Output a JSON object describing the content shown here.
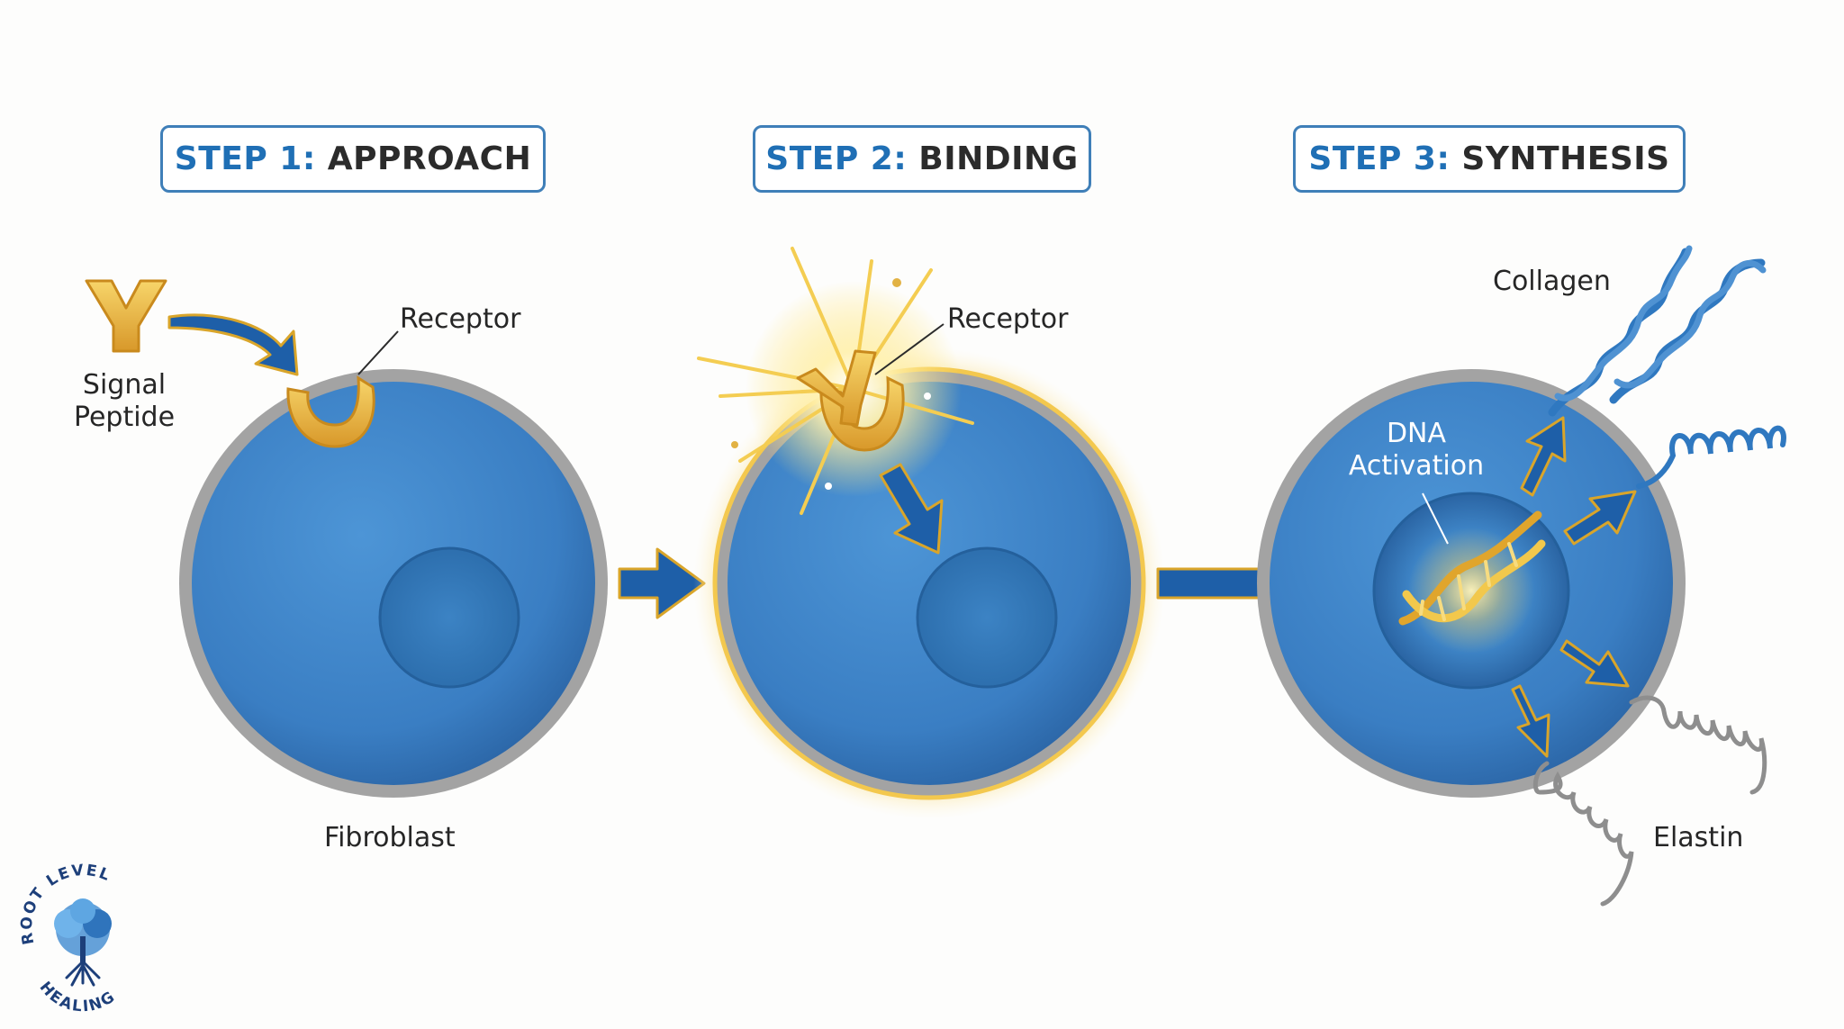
{
  "steps": [
    {
      "num": "STEP 1:",
      "title": "APPROACH"
    },
    {
      "num": "STEP 2:",
      "title": "BINDING"
    },
    {
      "num": "STEP 3:",
      "title": "SYNTHESIS"
    }
  ],
  "labels": {
    "signal_line1": "Signal",
    "signal_line2": "Peptide",
    "receptor_1": "Receptor",
    "receptor_2": "Receptor",
    "fibroblast": "Fibroblast",
    "collagen": "Collagen",
    "elastin": "Elastin",
    "dna_line1": "DNA",
    "dna_line2": "Activation"
  },
  "logo": {
    "top_text": "ROOT LEVEL",
    "bottom_text": "HEALING"
  },
  "colors": {
    "cell_blue": "#3b7fc4",
    "membrane_gray": "#9a9a9a",
    "gold": "#e0a829",
    "arrow_blue": "#1e5fa8",
    "box_border": "#3f7fb8"
  }
}
